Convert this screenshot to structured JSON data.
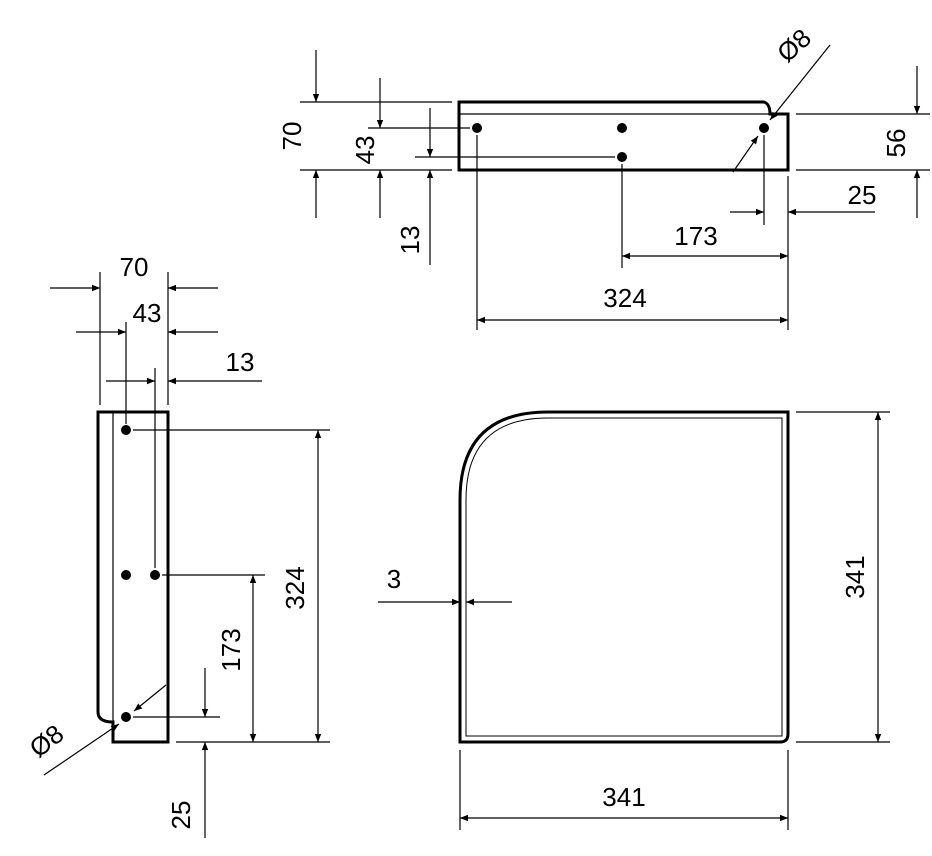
{
  "colors": {
    "line": "#000000",
    "background": "#ffffff"
  },
  "top_view": {
    "dim_70": "70",
    "dim_43": "43",
    "dim_13": "13",
    "dim_56": "56",
    "dim_25": "25",
    "dim_173": "173",
    "dim_324": "324",
    "dim_dia8": "Ø8"
  },
  "side_view": {
    "dim_70": "70",
    "dim_43": "43",
    "dim_13": "13",
    "dim_324": "324",
    "dim_173": "173",
    "dim_25": "25",
    "dim_dia8": "Ø8"
  },
  "front_view": {
    "dim_3": "3",
    "dim_341_h": "341",
    "dim_341_v": "341"
  }
}
